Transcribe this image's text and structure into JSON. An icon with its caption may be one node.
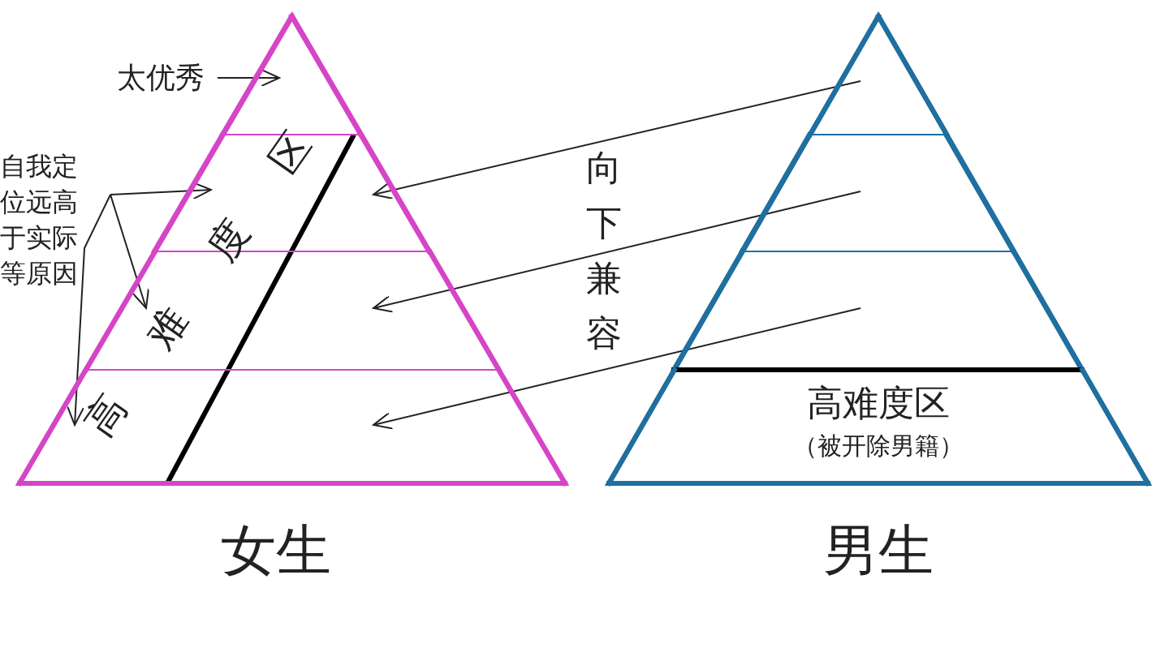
{
  "diagram": {
    "nodes": [
      {
        "text": [
          "女生"
        ]
      },
      {
        "text": [],
        "shape": "triangle",
        "in": 0
      },
      {
        "text": [],
        "shape": "band",
        "in": 0
      },
      {
        "text": [],
        "shape": "band",
        "in": 0
      },
      {
        "text": [],
        "shape": "band",
        "in": 0
      },
      {
        "text": [
          "男生"
        ]
      },
      {
        "text": [],
        "shape": "triangle",
        "in": 5
      },
      {
        "text": [],
        "shape": "band",
        "in": 5
      },
      {
        "text": [],
        "shape": "band",
        "in": 5
      },
      {
        "text": [
          "高难度区",
          "（被开除男籍）"
        ],
        "in": 5
      },
      {
        "text": [
          "太优秀"
        ]
      },
      {
        "text": [
          "自我定位远高于实际等原因"
        ]
      }
    ],
    "edges": [
      {
        "from": 10,
        "to": 1,
        "arrow": "to"
      },
      {
        "from": 11,
        "to": 2,
        "arrow": "to"
      },
      {
        "from": 11,
        "to": 3,
        "arrow": "to"
      },
      {
        "from": 11,
        "to": 4,
        "arrow": "to"
      },
      {
        "from": 6,
        "to": 2,
        "arrow": "to"
      },
      {
        "from": 7,
        "to": 3,
        "arrow": "to"
      },
      {
        "from": 8,
        "to": 4,
        "arrow": "to"
      }
    ],
    "labels": [
      "高难度区",
      "向下兼容"
    ]
  }
}
